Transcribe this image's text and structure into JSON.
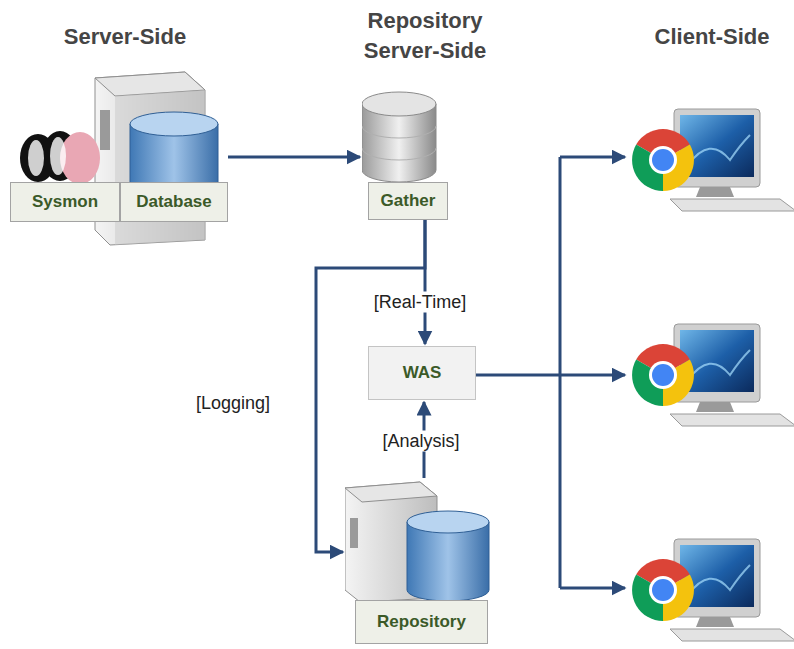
{
  "diagram": {
    "nodes": [
      {
        "text": [
          "Sysmon"
        ]
      },
      {
        "text": [
          "Database"
        ]
      },
      {
        "text": [
          "Gather"
        ]
      },
      {
        "text": [
          "WAS"
        ]
      },
      {
        "text": [
          "Repository"
        ]
      }
    ],
    "edges": [
      {
        "from": 1,
        "to": 2,
        "arrow": "to"
      },
      {
        "from": 2,
        "to": 3,
        "label": "[Real-Time]",
        "arrow": "to"
      },
      {
        "from": 2,
        "to": 4,
        "label": "[Logging]",
        "arrow": "to"
      },
      {
        "from": 4,
        "to": 3,
        "label": "[Analysis]",
        "arrow": "to"
      }
    ],
    "labels": [
      "Server-Side",
      "Repository Server-Side",
      "Client-Side"
    ]
  }
}
